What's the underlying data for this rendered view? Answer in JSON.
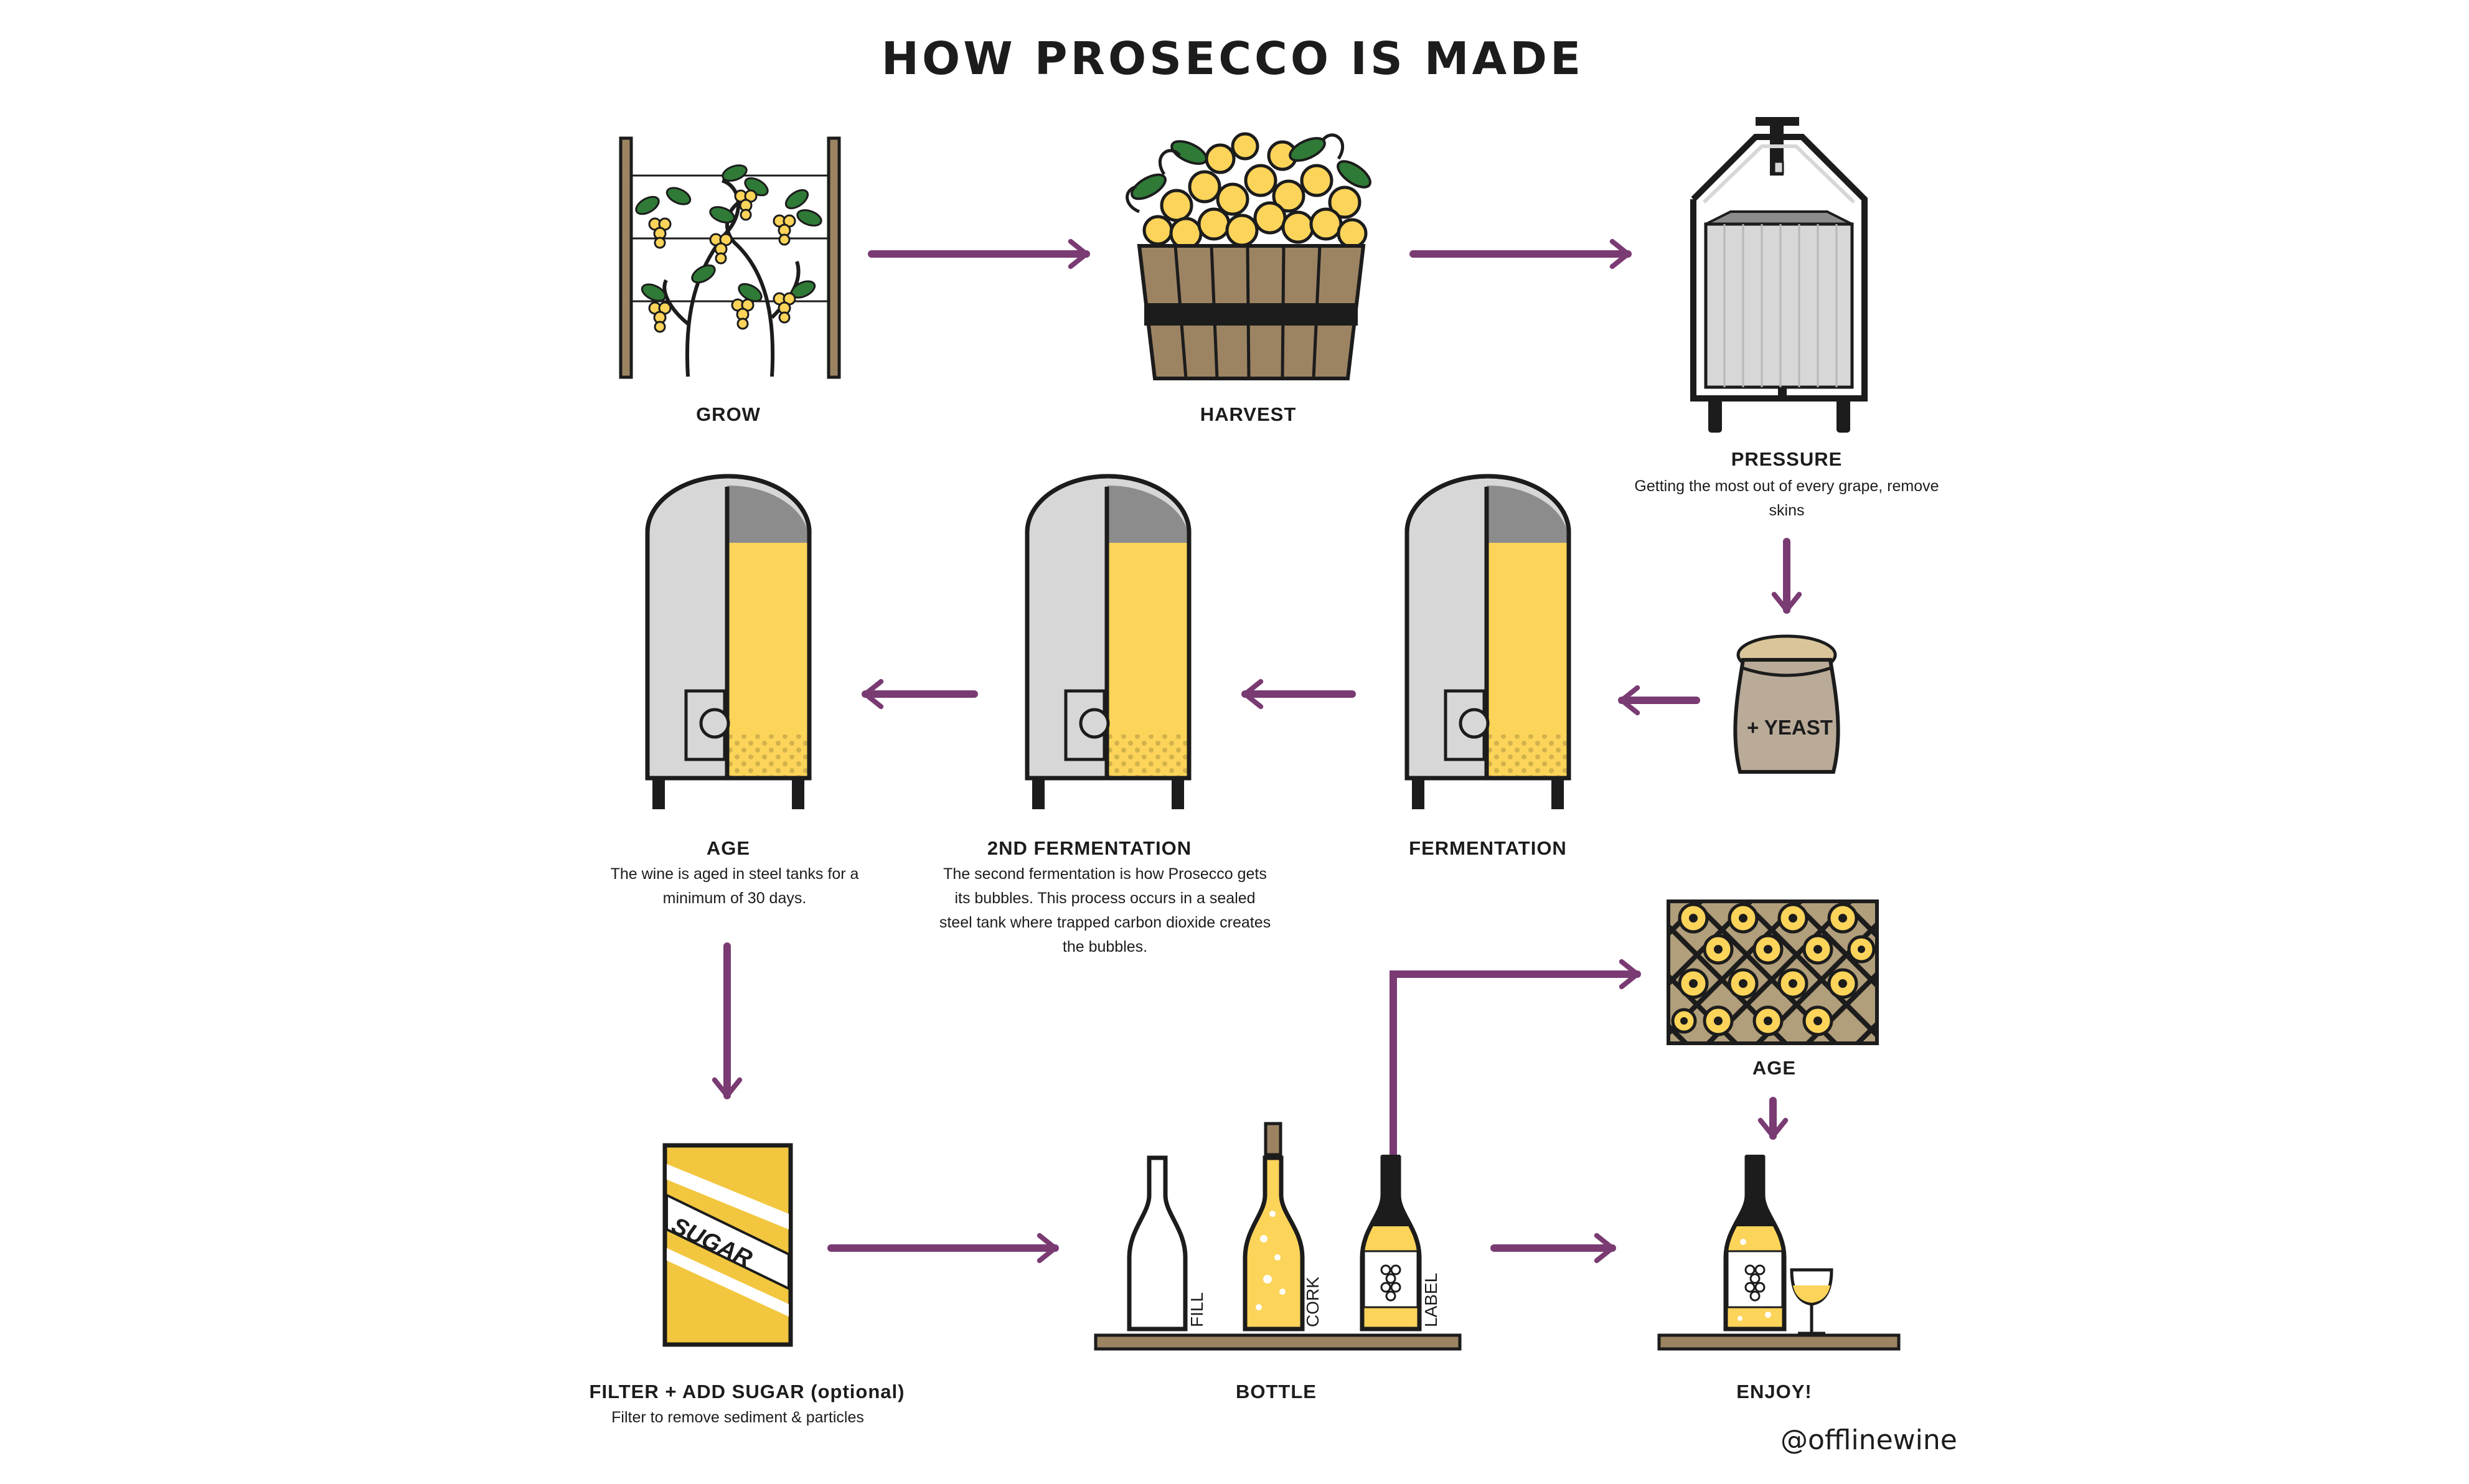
{
  "title": "HOW PROSECCO IS MADE",
  "steps": {
    "grow": {
      "label": "GROW"
    },
    "harvest": {
      "label": "HARVEST"
    },
    "pressure": {
      "label": "PRESSURE",
      "description": "Getting the most out of every grape, remove skins"
    },
    "yeast": {
      "label": "+ YEAST"
    },
    "fermentation": {
      "label": "FERMENTATION"
    },
    "second_fermentation": {
      "label": "2ND FERMENTATION",
      "description": "The second fermentation is how Prosecco gets its bubbles. This process occurs in a sealed steel tank where trapped carbon dioxide creates the bubbles."
    },
    "age_tank": {
      "label": "AGE",
      "description": "The wine is aged in steel tanks for a minimum of 30 days."
    },
    "filter": {
      "label": "FILTER + ADD SUGAR (optional)",
      "description": "Filter to remove sediment & particles",
      "sugar_text": "SUGAR"
    },
    "bottle": {
      "label": "BOTTLE",
      "substeps": [
        "FILL",
        "CORK",
        "LABEL"
      ]
    },
    "age_bottle": {
      "label": "AGE"
    },
    "enjoy": {
      "label": "ENJOY!"
    }
  },
  "credit": "@offlinewine",
  "colors": {
    "arrow": "#7a3b73",
    "wine": "#fcd45a",
    "wood": "#9c8462",
    "steel": "#d7d7d7",
    "dark": "#1c1c1c"
  }
}
